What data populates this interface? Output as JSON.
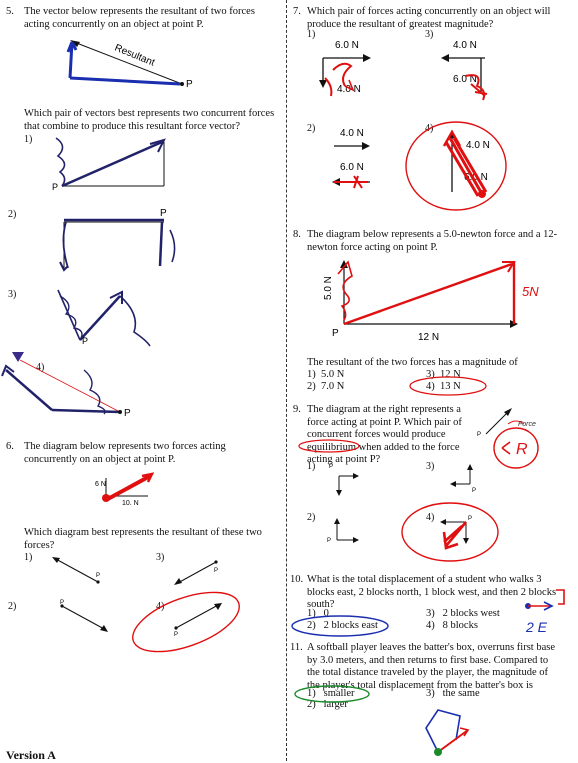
{
  "q5": {
    "number": "5.",
    "stem_line1": "The vector below represents the resultant of two forces",
    "stem_line2": "acting concurrently on an object at point P.",
    "resultant_label": "Resultant",
    "point_label": "P",
    "prompt_line1": "Which pair of vectors best represents two concurrent forces",
    "prompt_line2": "that combine to produce this resultant force vector?",
    "options": [
      "1)",
      "2)",
      "3)",
      "4)"
    ]
  },
  "q6": {
    "number": "6.",
    "stem_line1": "The diagram below represents two forces acting",
    "stem_line2": "concurrently on an object at point P.",
    "force_a": "6 N",
    "force_b": "10. N",
    "prompt_line1": "Which diagram best represents the resultant of these two",
    "prompt_line2": "forces?",
    "options": [
      "1)",
      "2)",
      "3)",
      "4)"
    ]
  },
  "q7": {
    "number": "7.",
    "stem_line1": "Which pair of forces acting concurrently on an object will",
    "stem_line2": "produce the resultant of greatest magnitude?",
    "options": [
      "1)",
      "2)",
      "3)",
      "4)"
    ],
    "force_6": "6.0 N",
    "force_4": "4.0 N"
  },
  "q8": {
    "number": "8.",
    "stem_line1": "The diagram below represents a 5.0-newton force and a 12-",
    "stem_line2": "newton force acting on point P.",
    "vertical_label": "5.0 N",
    "horizontal_label": "12 N",
    "point_label": "P",
    "prompt": "The resultant of the two forces has a magnitude of",
    "choices": [
      {
        "n": "1)",
        "text": "5.0 N"
      },
      {
        "n": "2)",
        "text": "7.0 N"
      },
      {
        "n": "3)",
        "text": "12 N"
      },
      {
        "n": "4)",
        "text": "13 N"
      }
    ],
    "handwriting": "5N"
  },
  "q9": {
    "number": "9.",
    "stem_line1": "The diagram at the right represents a",
    "stem_line2": "force acting at point P. Which pair of",
    "stem_line3": "concurrent forces would produce",
    "stem_line4": "equilibrium when added to the force",
    "stem_line5": "acting at point P?",
    "force_label": "Force",
    "options": [
      "1)",
      "2)",
      "3)",
      "4)"
    ],
    "handwriting": "R"
  },
  "q10": {
    "number": "10.",
    "stem_line1": "What is the total displacement of a student who walks 3",
    "stem_line2": "blocks east, 2 blocks north, 1 block west, and then 2 blocks",
    "stem_line3": "south?",
    "choices": [
      {
        "n": "1)",
        "text": "0"
      },
      {
        "n": "2)",
        "text": "2 blocks east"
      },
      {
        "n": "3)",
        "text": "2 blocks west"
      },
      {
        "n": "4)",
        "text": "8 blocks"
      }
    ],
    "handwriting": "2 E"
  },
  "q11": {
    "number": "11.",
    "stem_line1": "A softball player leaves the batter's box, overruns first base",
    "stem_line2": "by 3.0 meters, and then returns to first base. Compared to",
    "stem_line3": "the total distance traveled by the player, the magnitude of",
    "stem_line4": "the player's total displacement from the batter's box is",
    "choices": [
      {
        "n": "1)",
        "text": "smaller"
      },
      {
        "n": "2)",
        "text": "larger"
      },
      {
        "n": "3)",
        "text": "the same"
      }
    ]
  },
  "footer": "Version A",
  "colors": {
    "ink_red": "#e01010",
    "ink_blue": "#1a2eb0",
    "ink_navy": "#22226a",
    "ink_green": "#1a8a2a",
    "print": "#111111"
  }
}
